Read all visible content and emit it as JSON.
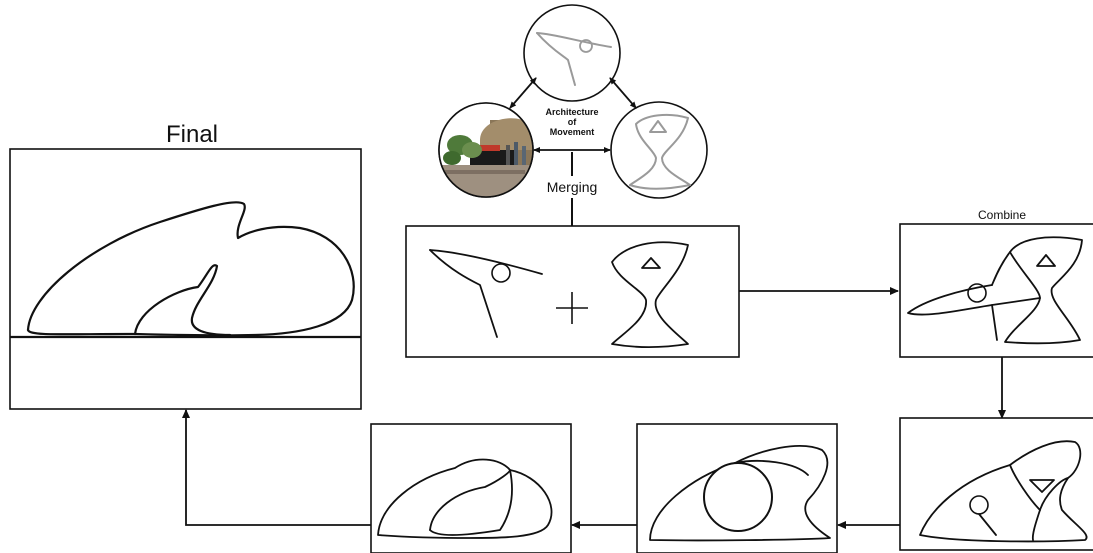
{
  "labels": {
    "final": "Final",
    "center": [
      "Architecture",
      "of",
      "Movement"
    ],
    "merging": "Merging",
    "combine": "Combine"
  },
  "icons": [
    "photo-circle",
    "sketch-circle-top",
    "sketch-circle-right",
    "plus-icon",
    "arrow-icons"
  ]
}
